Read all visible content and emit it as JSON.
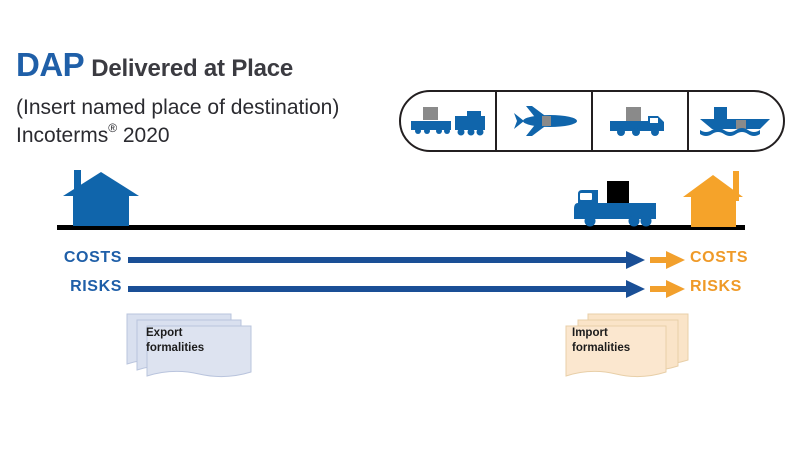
{
  "title": {
    "code": "DAP",
    "name": "Delivered at Place",
    "subtitle": "(Insert named place of destination) Incoterms",
    "subtitle_reg": "®",
    "subtitle_year": " 2020"
  },
  "transport_modes": {
    "items": [
      {
        "name": "rail",
        "icon": "rail-icon"
      },
      {
        "name": "air",
        "icon": "airplane-icon"
      },
      {
        "name": "road",
        "icon": "truck-icon"
      },
      {
        "name": "sea",
        "icon": "ship-icon"
      }
    ]
  },
  "scene": {
    "seller_building": "seller-factory-icon",
    "delivery_vehicle": "delivery-truck-icon",
    "buyer_building": "buyer-factory-icon",
    "ground": "ground-line"
  },
  "transfer": {
    "rows": [
      {
        "seller_label": "COSTS",
        "buyer_label": "COSTS"
      },
      {
        "seller_label": "RISKS",
        "buyer_label": "RISKS"
      }
    ]
  },
  "formalities": {
    "export": "Export\nformalities",
    "import": "Import\nformalities"
  },
  "colors": {
    "brand_blue": "#1f5fa8",
    "bar_blue": "#1a4f96",
    "icon_blue": "#1065ab",
    "accent_orange": "#f2a02d",
    "label_orange": "#ef9a28",
    "building_orange": "#f5a32a",
    "ground_black": "#000000",
    "cargo_gray": "#8a8a8a",
    "cargo_black": "#000000",
    "export_doc": "#d9e0ef",
    "import_doc": "#fae4c8",
    "title_dark": "#3b3b41"
  }
}
